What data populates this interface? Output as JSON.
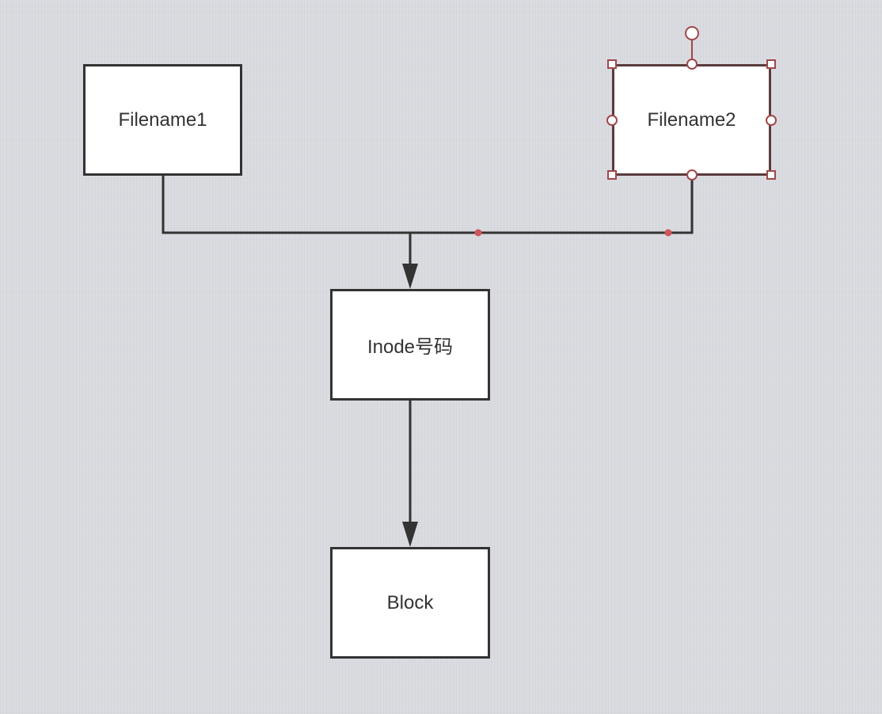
{
  "diagram": {
    "nodes": {
      "filename1": {
        "label": "Filename1"
      },
      "filename2": {
        "label": "Filename2",
        "selected": true
      },
      "inode": {
        "label": "Inode号码"
      },
      "block": {
        "label": "Block"
      }
    },
    "edges": [
      {
        "from": "filename1",
        "to": "inode"
      },
      {
        "from": "filename2",
        "to": "inode"
      },
      {
        "from": "inode",
        "to": "block"
      }
    ],
    "colors": {
      "background": "#d9dadf",
      "node_fill": "#ffffff",
      "stroke": "#333333",
      "selection": "#a0474a",
      "waypoint": "#d0565a"
    }
  }
}
